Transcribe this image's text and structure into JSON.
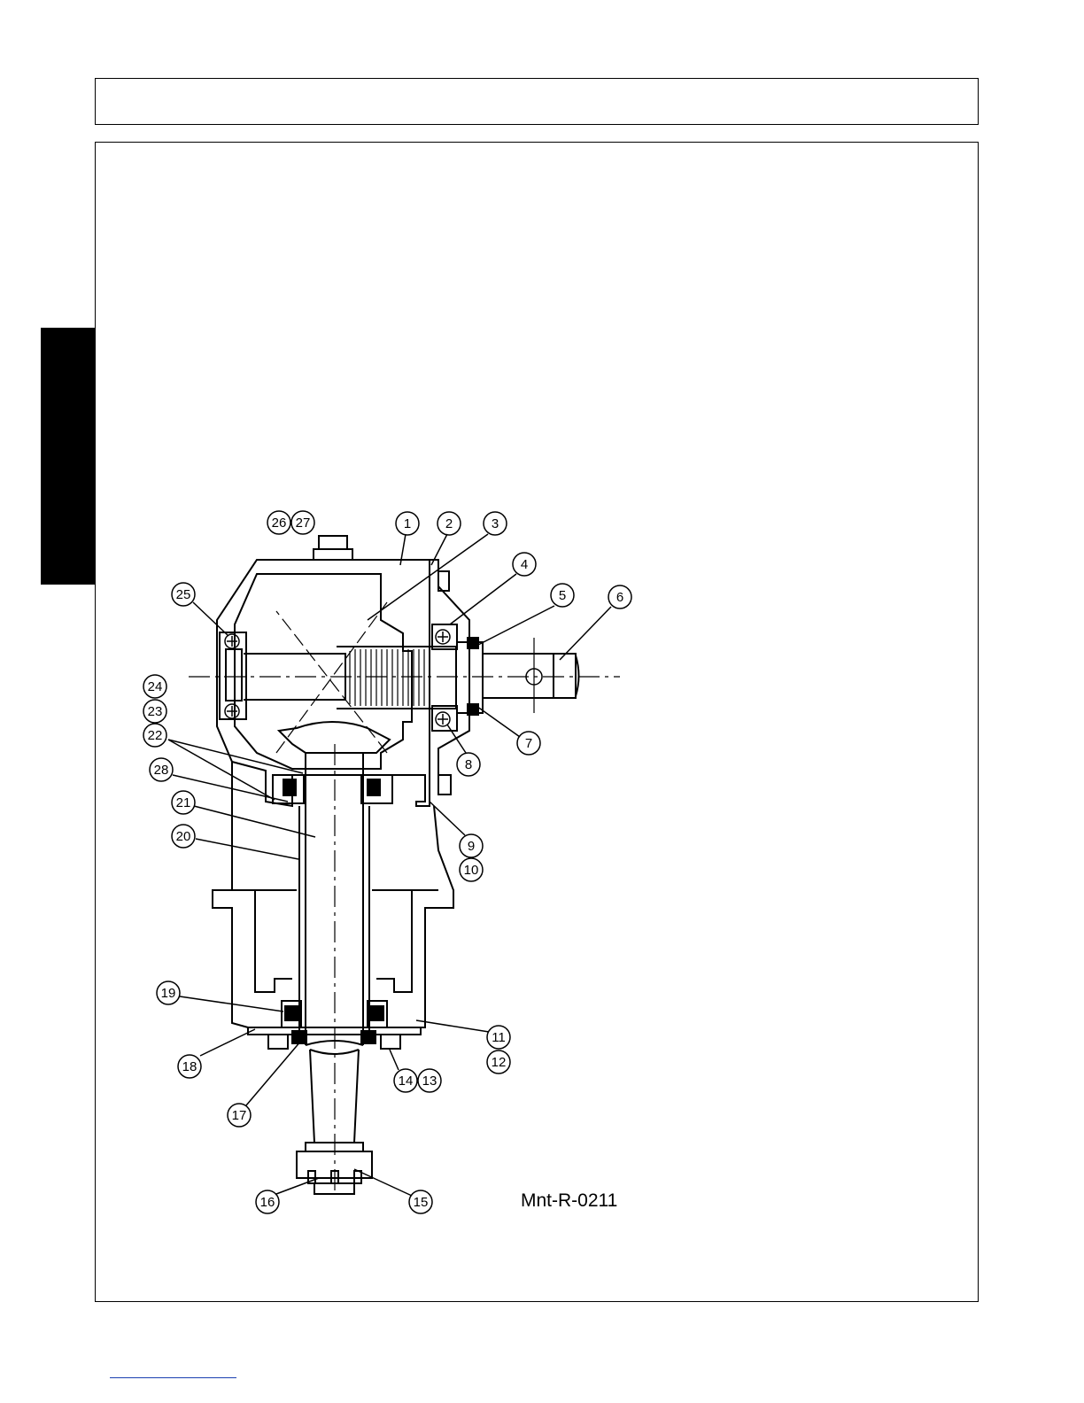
{
  "figure": {
    "label": "Mnt-R-0211",
    "callouts": [
      {
        "n": "1"
      },
      {
        "n": "2"
      },
      {
        "n": "3"
      },
      {
        "n": "4"
      },
      {
        "n": "5"
      },
      {
        "n": "6"
      },
      {
        "n": "7"
      },
      {
        "n": "8"
      },
      {
        "n": "9"
      },
      {
        "n": "10"
      },
      {
        "n": "11"
      },
      {
        "n": "12"
      },
      {
        "n": "13"
      },
      {
        "n": "14"
      },
      {
        "n": "15"
      },
      {
        "n": "16"
      },
      {
        "n": "17"
      },
      {
        "n": "18"
      },
      {
        "n": "19"
      },
      {
        "n": "20"
      },
      {
        "n": "21"
      },
      {
        "n": "22"
      },
      {
        "n": "23"
      },
      {
        "n": "24"
      },
      {
        "n": "25"
      },
      {
        "n": "26"
      },
      {
        "n": "27"
      },
      {
        "n": "28"
      }
    ]
  },
  "colors": {
    "ink": "#000000",
    "link_underline": "#1a3fb0"
  }
}
